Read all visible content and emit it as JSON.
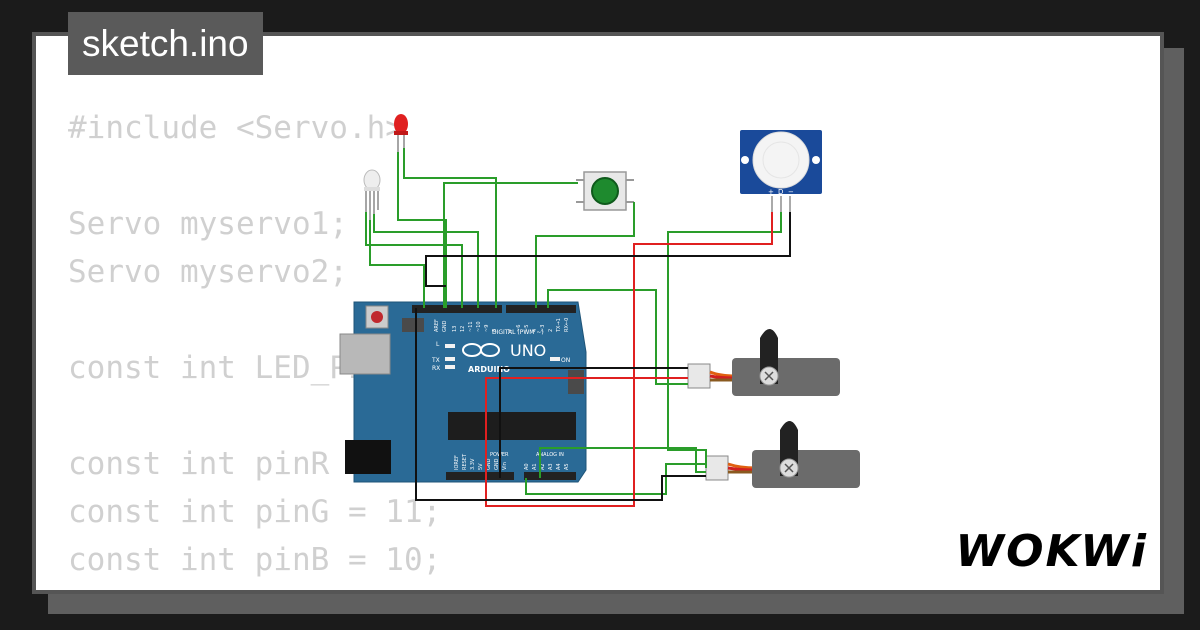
{
  "tab": {
    "filename": "sketch.ino"
  },
  "code_lines": [
    "#include <Servo.h>",
    "",
    "Servo myservo1;",
    "Servo myservo2;",
    "",
    "const int LED_PIN = 12;",
    "",
    "const int pinR = 9;",
    "const int pinG = 11;",
    "const int pinB = 10;"
  ],
  "board": {
    "digital_header": "DIGITAL (PWM ~)",
    "brand": "ARDUINO",
    "model": "UNO",
    "on_label": "ON",
    "aref": "AREF",
    "gnd": "GND",
    "pins_top": [
      "13",
      "12",
      "~11",
      "~10",
      "~9",
      "8",
      "7",
      "~6",
      "~5",
      "4",
      "~3",
      "2",
      "TX→1",
      "RX←0"
    ],
    "tx": "TX",
    "rx": "RX",
    "l": "L",
    "power_label": "POWER",
    "analog_label": "ANALOG IN",
    "power_pins": [
      "IOREF",
      "RESET",
      "3.3V",
      "5V",
      "GND",
      "GND",
      "Vin"
    ],
    "analog_pins": [
      "A0",
      "A1",
      "A2",
      "A3",
      "A4",
      "A5"
    ]
  },
  "pir": {
    "pin_labels": [
      "+",
      "D",
      "−"
    ]
  },
  "logo": {
    "text": "WOKWi"
  },
  "colors": {
    "board_blue": "#2a6a96",
    "wire_green": "#2a9d2a",
    "wire_red": "#e02020",
    "wire_black": "#111111",
    "servo_gray": "#6b6b6b",
    "code_gray": "#d0d0d0"
  }
}
